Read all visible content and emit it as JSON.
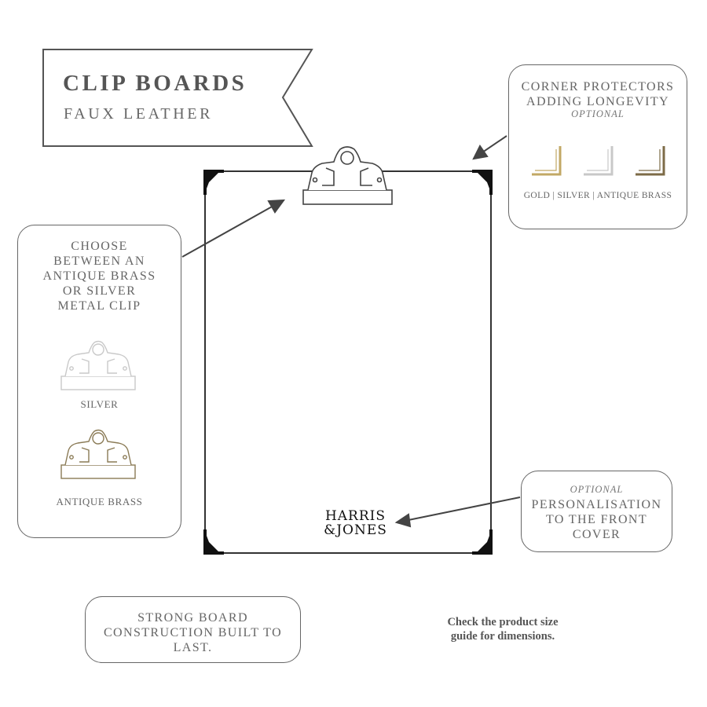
{
  "header": {
    "title": "CLIP BOARDS",
    "subtitle": "FAUX LEATHER"
  },
  "clip_callout": {
    "text_lines": [
      "CHOOSE",
      "BETWEEN AN",
      "ANTIQUE BRASS",
      "OR SILVER",
      "METAL CLIP"
    ],
    "options": [
      {
        "label": "SILVER",
        "color": "#c9c9c9"
      },
      {
        "label": "ANTIQUE BRASS",
        "color": "#8a7a55"
      }
    ]
  },
  "corner_callout": {
    "title_lines": [
      "CORNER PROTECTORS",
      "ADDING LONGEVITY"
    ],
    "optional": "OPTIONAL",
    "finishes_label": "GOLD | SILVER | ANTIQUE BRASS",
    "colors": {
      "gold": "#c2a865",
      "silver": "#c8c8c8",
      "antique_brass": "#7d6b47"
    }
  },
  "personalisation_callout": {
    "optional": "OPTIONAL",
    "text_lines": [
      "PERSONALISATION",
      "TO THE FRONT",
      "COVER"
    ]
  },
  "board_callout": {
    "text": "STRONG BOARD CONSTRUCTION BUILT TO LAST."
  },
  "size_note": {
    "lines": [
      "Check the product size",
      "guide for dimensions."
    ]
  },
  "brand": {
    "lines": [
      "HARRIS",
      "&JONES"
    ]
  }
}
